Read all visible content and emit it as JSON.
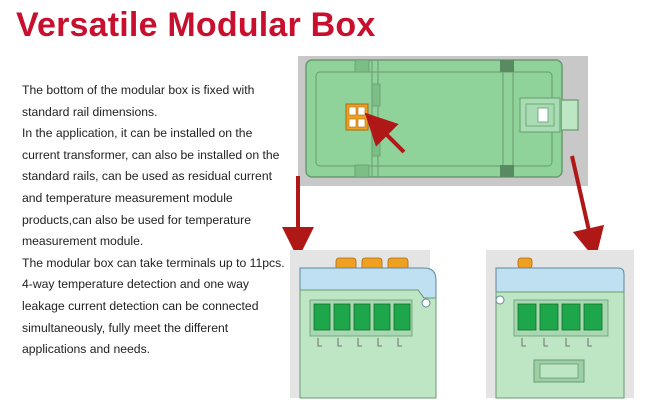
{
  "title": "Versatile Modular Box",
  "paragraphs": [
    "The bottom of the modular box is fixed with standard rail dimensions.",
    "In the application, it can be installed on the current transformer, can also be installed on the standard rails, can be used as residual current and temperature measurement module products,can also be used for temperature measurement module.",
    "The modular box can take terminals up to 11pcs.  4-way temperature detection and one way leakage current detection can be connected simultaneously, fully meet the different applications and needs."
  ],
  "colors": {
    "title": "#c8102e",
    "box_green": "#8fd29a",
    "box_top_blue": "#bfe0f0",
    "terminal_green": "#1ea64a",
    "terminal_orange": "#f0a020",
    "arrow_red": "#b01818"
  }
}
